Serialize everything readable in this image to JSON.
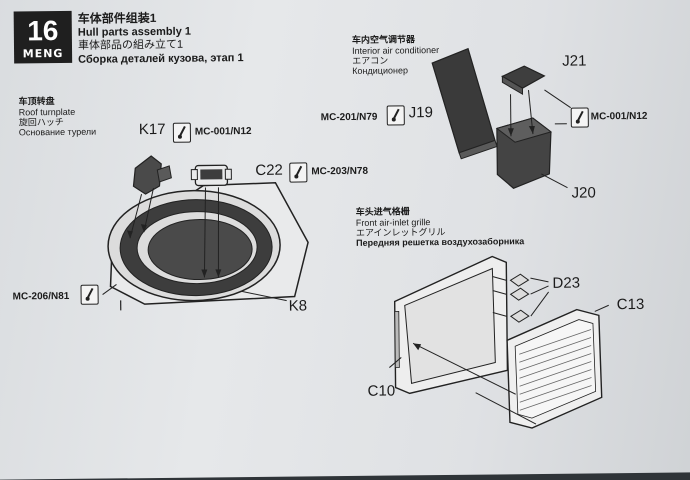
{
  "step": {
    "number": "16",
    "brand": "MENG"
  },
  "title": {
    "zh": "车体部件组装1",
    "en": "Hull parts assembly 1",
    "ja": "車体部品の組み立て1",
    "ru": "Сборка деталей кузова, этап 1"
  },
  "sections": {
    "roof": {
      "zh": "车顶转盘",
      "en": "Roof turnplate",
      "ja": "旋回ハッチ",
      "ru": "Основание турели"
    },
    "aircon": {
      "zh": "车内空气调节器",
      "en": "Interior air conditioner",
      "ja": "エアコン",
      "ru": "Кондиционер"
    },
    "grille": {
      "zh": "车头进气格栅",
      "en": "Front air-inlet grille",
      "ja": "エアインレットグリル",
      "ru": "Передняя решетка воздухозаборника"
    }
  },
  "parts": {
    "k17": "K17",
    "c22": "C22",
    "k8": "K8",
    "j21": "J21",
    "j19": "J19",
    "j20": "J20",
    "d23": "D23",
    "c13": "C13",
    "c10": "C10"
  },
  "paints": {
    "k17": "MC-001/N12",
    "c22": "MC-203/N78",
    "k8": "MC-206/N81",
    "j19": "MC-201/N79",
    "j20": "MC-001/N12"
  },
  "colors": {
    "paper": "#e3e5e7",
    "ink": "#1b1b1b",
    "part_dark": "#4a4a4a",
    "background": "#2f3438"
  }
}
